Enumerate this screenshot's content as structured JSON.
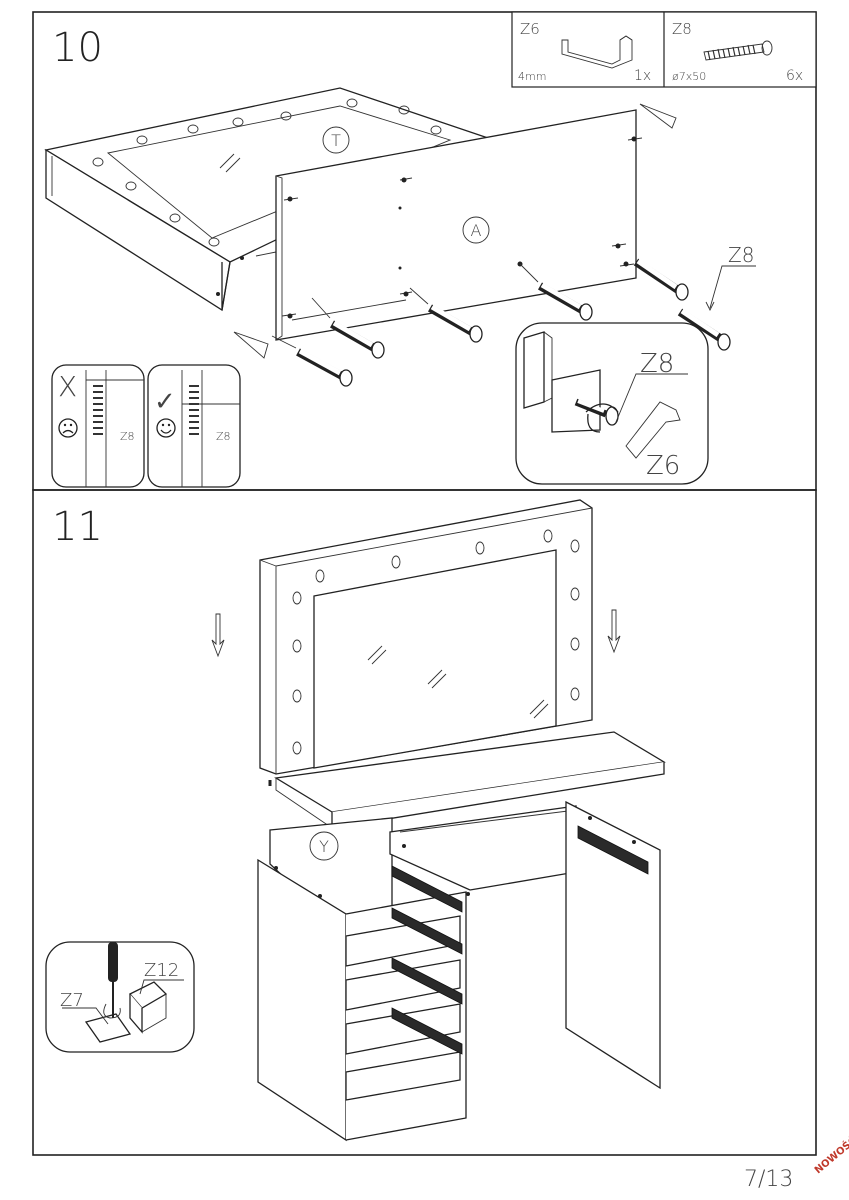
{
  "page": {
    "number": "7/13",
    "badge": "NOWOŚĆ"
  },
  "step10": {
    "number": "10",
    "parts": [
      {
        "code": "Z6",
        "size": "4mm",
        "qty": "1x",
        "icon": "allen-key-icon"
      },
      {
        "code": "Z8",
        "size": "ø7x50",
        "qty": "6x",
        "icon": "wooden-dowel-screw-icon"
      }
    ],
    "panel_t": "T",
    "panel_a": "A",
    "callout_z8": "Z8",
    "wrong_tip": {
      "mark": "X",
      "face": "sad-face-icon",
      "label": "Z8"
    },
    "right_tip": {
      "mark": "✓",
      "face": "happy-face-icon",
      "label": "Z8"
    },
    "detail": {
      "screw": "Z8",
      "key": "Z6"
    }
  },
  "step11": {
    "number": "11",
    "panel_y": "Y",
    "detail": {
      "screw": "Z7",
      "block": "Z12"
    }
  }
}
